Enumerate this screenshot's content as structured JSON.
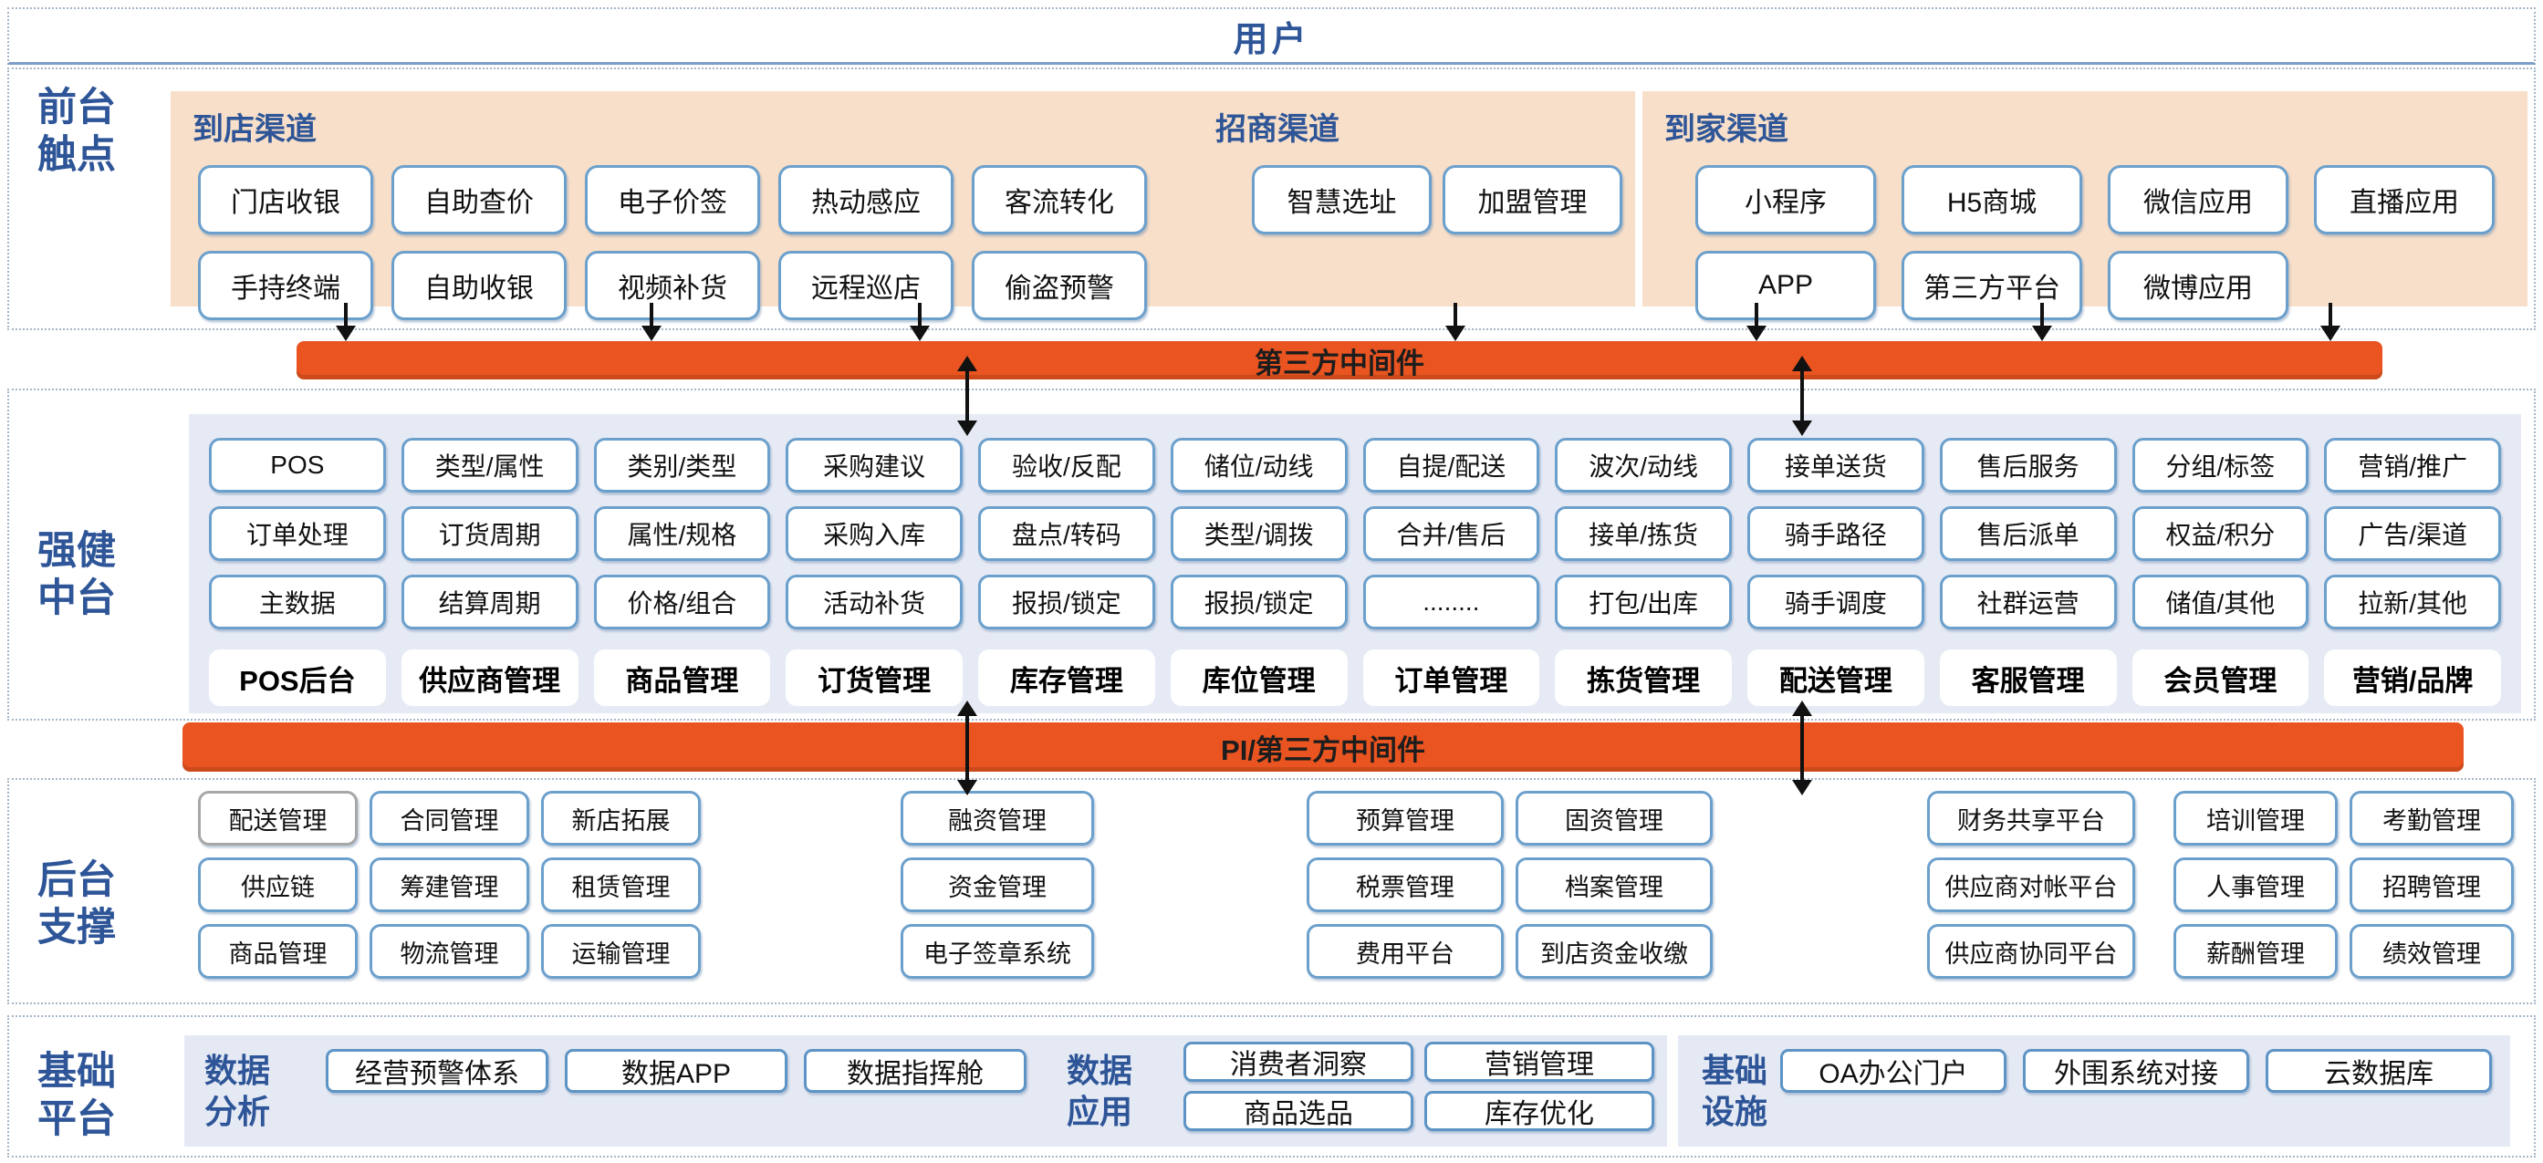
{
  "user_label": "用户",
  "middleware": {
    "top_label": "第三方中间件",
    "bottom_label": "PI/第三方中间件"
  },
  "front": {
    "side_label": "前台触点",
    "groups": [
      {
        "title": "到店渠道",
        "rows": [
          [
            "门店收银",
            "自助查价",
            "电子价签",
            "热动感应",
            "客流转化"
          ],
          [
            "手持终端",
            "自助收银",
            "视频补货",
            "远程巡店",
            "偷盗预警"
          ]
        ]
      },
      {
        "title": "招商渠道",
        "rows": [
          [
            "智慧选址",
            "加盟管理"
          ]
        ]
      },
      {
        "title": "到家渠道",
        "rows": [
          [
            "小程序",
            "H5商城",
            "微信应用",
            "直播应用"
          ],
          [
            "APP",
            "第三方平台",
            "微博应用"
          ]
        ]
      }
    ]
  },
  "platform": {
    "side_label": "强健中台",
    "columns": [
      {
        "items": [
          "POS",
          "订单处理",
          "主数据"
        ],
        "footer": "POS后台"
      },
      {
        "items": [
          "类型/属性",
          "订货周期",
          "结算周期"
        ],
        "footer": "供应商管理"
      },
      {
        "items": [
          "类别/类型",
          "属性/规格",
          "价格/组合"
        ],
        "footer": "商品管理"
      },
      {
        "items": [
          "采购建议",
          "采购入库",
          "活动补货"
        ],
        "footer": "订货管理"
      },
      {
        "items": [
          "验收/反配",
          "盘点/转码",
          "报损/锁定"
        ],
        "footer": "库存管理"
      },
      {
        "items": [
          "储位/动线",
          "类型/调拨",
          "报损/锁定"
        ],
        "footer": "库位管理"
      },
      {
        "items": [
          "自提/配送",
          "合并/售后",
          "........"
        ],
        "footer": "订单管理"
      },
      {
        "items": [
          "波次/动线",
          "接单/拣货",
          "打包/出库"
        ],
        "footer": "拣货管理"
      },
      {
        "items": [
          "接单送货",
          "骑手路径",
          "骑手调度"
        ],
        "footer": "配送管理"
      },
      {
        "items": [
          "售后服务",
          "售后派单",
          "社群运营"
        ],
        "footer": "客服管理"
      },
      {
        "items": [
          "分组/标签",
          "权益/积分",
          "储值/其他"
        ],
        "footer": "会员管理"
      },
      {
        "items": [
          "营销/推广",
          "广告/渠道",
          "拉新/其他"
        ],
        "footer": "营销/品牌"
      }
    ]
  },
  "backend": {
    "side_label": "后台支撑",
    "groups": [
      {
        "items": [
          "配送管理",
          "合同管理",
          "新店拓展",
          "供应链",
          "筹建管理",
          "租赁管理",
          "商品管理",
          "物流管理",
          "运输管理"
        ]
      },
      {
        "items": [
          "融资管理",
          "资金管理",
          "电子签章系统"
        ]
      },
      {
        "items": [
          "预算管理",
          "固资管理",
          "税票管理",
          "档案管理",
          "费用平台",
          "到店资金收缴"
        ]
      },
      {
        "items": [
          "财务共享平台",
          "供应商对帐平台",
          "供应商协同平台"
        ]
      },
      {
        "items": [
          "培训管理",
          "考勤管理",
          "人事管理",
          "招聘管理",
          "薪酬管理",
          "绩效管理"
        ]
      }
    ]
  },
  "foundation": {
    "side_label": "基础平台",
    "groups": [
      {
        "label": "数据分析",
        "rows": [
          [
            "经营预警体系",
            "数据APP",
            "数据指挥舱"
          ]
        ]
      },
      {
        "label": "数据应用",
        "rows": [
          [
            "消费者洞察",
            "营销管理"
          ],
          [
            "商品选品",
            "库存优化"
          ]
        ]
      },
      {
        "label": "基础设施",
        "rows": [
          [
            "OA办公门户",
            "外围系统对接",
            "云数据库"
          ]
        ]
      }
    ]
  },
  "colors": {
    "accent_orange": "#E95420",
    "peach": "#F7DFC9",
    "panel_blue": "#E6EAF5",
    "box_border_blue": "#6CA0CC",
    "label_blue": "#2E5597",
    "arrow_black": "#111111"
  }
}
